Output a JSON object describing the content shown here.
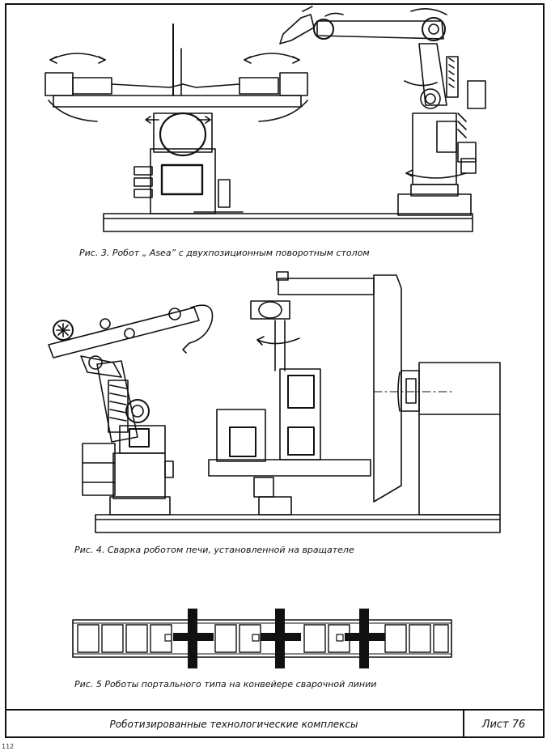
{
  "figures": {
    "fig3": {
      "caption": "Рис. 3.  Робот „ Asea” с двухпозиционным поворотным столом"
    },
    "fig4": {
      "caption": "Рис. 4.  Сварка роботом печи, установленной на вращателе"
    },
    "fig5": {
      "caption": "Рис. 5   Роботы портального типа на конвейере  сварочной линии"
    }
  },
  "title_block": {
    "title": "Роботизированные технологические комплексы",
    "sheet_label": "Лист  76"
  },
  "page_number": "112"
}
